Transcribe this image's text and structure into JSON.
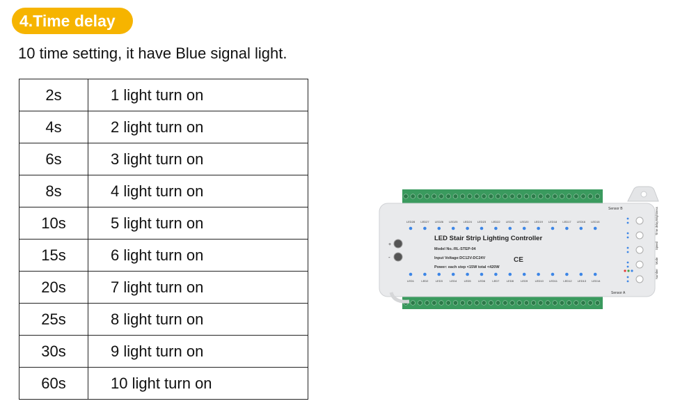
{
  "header": {
    "badge": "4.Time delay"
  },
  "intro": "10 time setting, it have Blue signal light.",
  "rows": [
    {
      "time": "2s",
      "desc": "1 light turn on"
    },
    {
      "time": "4s",
      "desc": "2 light turn on"
    },
    {
      "time": "6s",
      "desc": "3 light turn on"
    },
    {
      "time": "8s",
      "desc": "4 light turn on"
    },
    {
      "time": "10s",
      "desc": "5 light turn on"
    },
    {
      "time": "15s",
      "desc": "6 light turn on"
    },
    {
      "time": "20s",
      "desc": "7 light turn on"
    },
    {
      "time": "25s",
      "desc": "8 light turn on"
    },
    {
      "time": "30s",
      "desc": "9 light turn on"
    },
    {
      "time": "60s",
      "desc": "10 light turn on"
    }
  ],
  "device": {
    "title": "LED Stair Strip Lighting Controller",
    "model": "Model No.:RL-STEP-04",
    "voltage": "Input Voltage:DC12V-DC24V",
    "power": "Power: each step <15W  total <420W",
    "ce": "CE",
    "sensor_b": "Sensor B",
    "sensor_a": "Sensor A",
    "plus": "+",
    "minus": "-",
    "buttons": [
      "Brightness",
      "Time delay",
      "Speed",
      "Mode",
      "Number"
    ],
    "top_labels": [
      "LED28",
      "LED27",
      "LED26",
      "LED25",
      "LED24",
      "LED23",
      "LED22",
      "LED21",
      "LED20",
      "LED19",
      "LED18",
      "LED17",
      "LED16",
      "LED15"
    ],
    "bottom_labels": [
      "LED1",
      "LED2",
      "LED3",
      "LED4",
      "LED5",
      "LED6",
      "LED7",
      "LED8",
      "LED9",
      "LED10",
      "LED11",
      "LED12",
      "LED13",
      "LED14"
    ]
  },
  "colors": {
    "badge": "#f6b400",
    "terminal": "#3a9a5e",
    "led": "#3d86e6",
    "case": "#e9eaec"
  }
}
